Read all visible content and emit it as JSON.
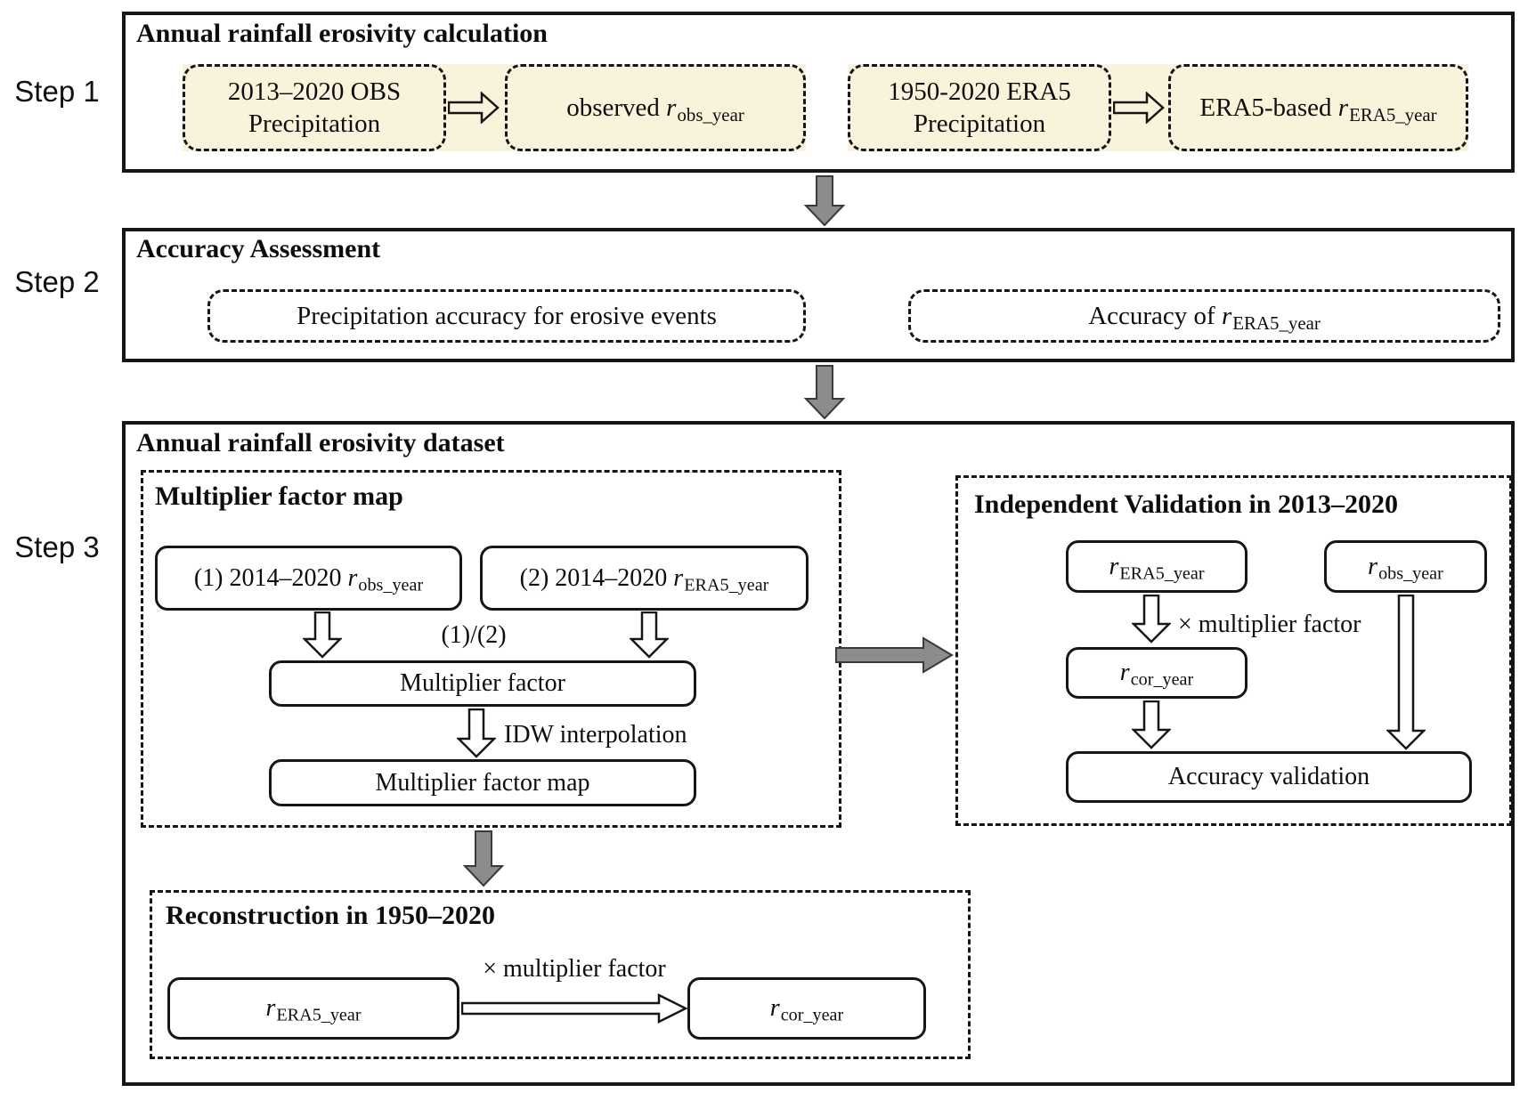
{
  "steps": {
    "step1_label": "Step 1",
    "step2_label": "Step 2",
    "step3_label": "Step 3"
  },
  "colors": {
    "cream_panel": "#faf3dc",
    "arrow_gray": "#8c8c8c",
    "line_black": "#161616"
  },
  "step1": {
    "title": "Annual rainfall erosivity calculation",
    "obs_precip": {
      "line1": "2013–2020 OBS",
      "line2": "Precipitation"
    },
    "obs_result": {
      "prefix": "observed ",
      "var": "r",
      "sub": "obs_year"
    },
    "era5_precip": {
      "line1": "1950-2020 ERA5",
      "line2": "Precipitation"
    },
    "era5_result": {
      "prefix": "ERA5-based ",
      "var": "r",
      "sub": "ERA5_year"
    }
  },
  "step2": {
    "title": "Accuracy Assessment",
    "precip_accuracy_box": "Precipitation accuracy for erosive events",
    "erosivity_accuracy_box": {
      "prefix": "Accuracy of ",
      "var": "r",
      "sub": "ERA5_year"
    }
  },
  "step3": {
    "title": "Annual rainfall erosivity dataset",
    "multiplier_map": {
      "title": "Multiplier factor map",
      "box1": {
        "prefix": "(1) 2014–2020 ",
        "var": "r",
        "sub": "obs_year"
      },
      "box2": {
        "prefix": "(2) 2014–2020 ",
        "var": "r",
        "sub": "ERA5_year"
      },
      "ratio_label": "(1)/(2)",
      "multiplier_factor_box": "Multiplier factor",
      "idw_label": "IDW interpolation",
      "multiplier_factor_map_box": "Multiplier factor map"
    },
    "validation": {
      "title": "Independent Validation in 2013–2020",
      "era5_box": {
        "var": "r",
        "sub": "ERA5_year"
      },
      "obs_box": {
        "var": "r",
        "sub": "obs_year"
      },
      "multiply_label": "× multiplier factor",
      "cor_box": {
        "var": "r",
        "sub": "cor_year"
      },
      "accuracy_box": "Accuracy validation"
    },
    "reconstruction": {
      "title": "Reconstruction in 1950–2020",
      "era5_box": {
        "var": "r",
        "sub": "ERA5_year"
      },
      "multiply_label": "× multiplier factor",
      "cor_box": {
        "var": "r",
        "sub": "cor_year"
      }
    }
  }
}
